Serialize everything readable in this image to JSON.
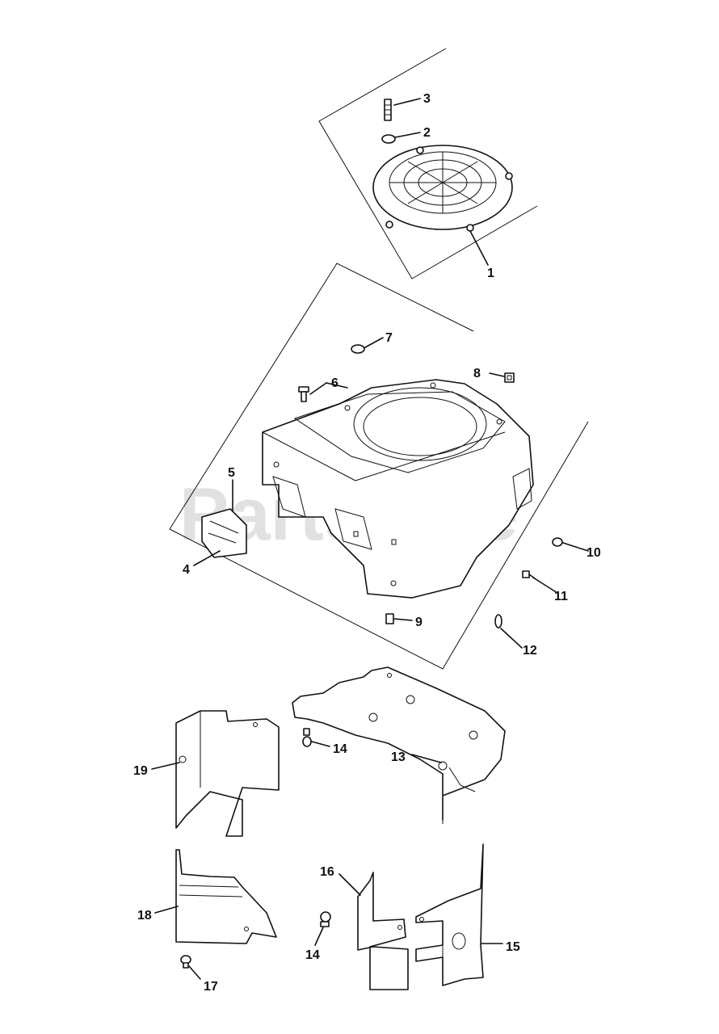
{
  "watermark": "PartsTree",
  "callouts": {
    "c1": "1",
    "c2": "2",
    "c3": "3",
    "c4": "4",
    "c5": "5",
    "c6": "6",
    "c7": "7",
    "c8": "8",
    "c9": "9",
    "c10": "10",
    "c11": "11",
    "c12": "12",
    "c13": "13",
    "c14a": "14",
    "c14b": "14",
    "c15": "15",
    "c16": "16",
    "c17": "17",
    "c18": "18",
    "c19": "19"
  }
}
